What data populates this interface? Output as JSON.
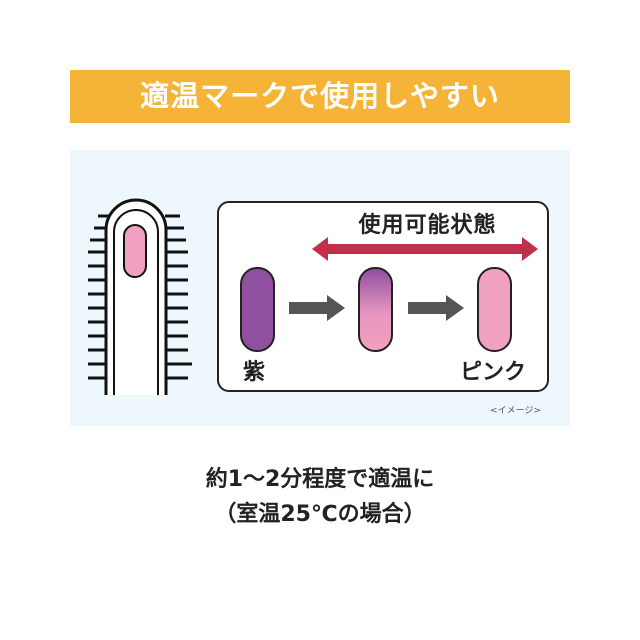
{
  "banner": {
    "title": "適温マークで使用しやすい"
  },
  "diagram": {
    "range_label": "使用可能状態",
    "start_label": "紫",
    "end_label": "ピンク",
    "note": "<イメージ>",
    "colors": {
      "purple": "#9050a0",
      "pink": "#f0a0c0",
      "arrow_red": "#c0304a",
      "arrow_gray": "#555555"
    }
  },
  "caption": {
    "line1": "約1〜2分程度で適温に",
    "line2": "（室温25℃の場合）"
  }
}
